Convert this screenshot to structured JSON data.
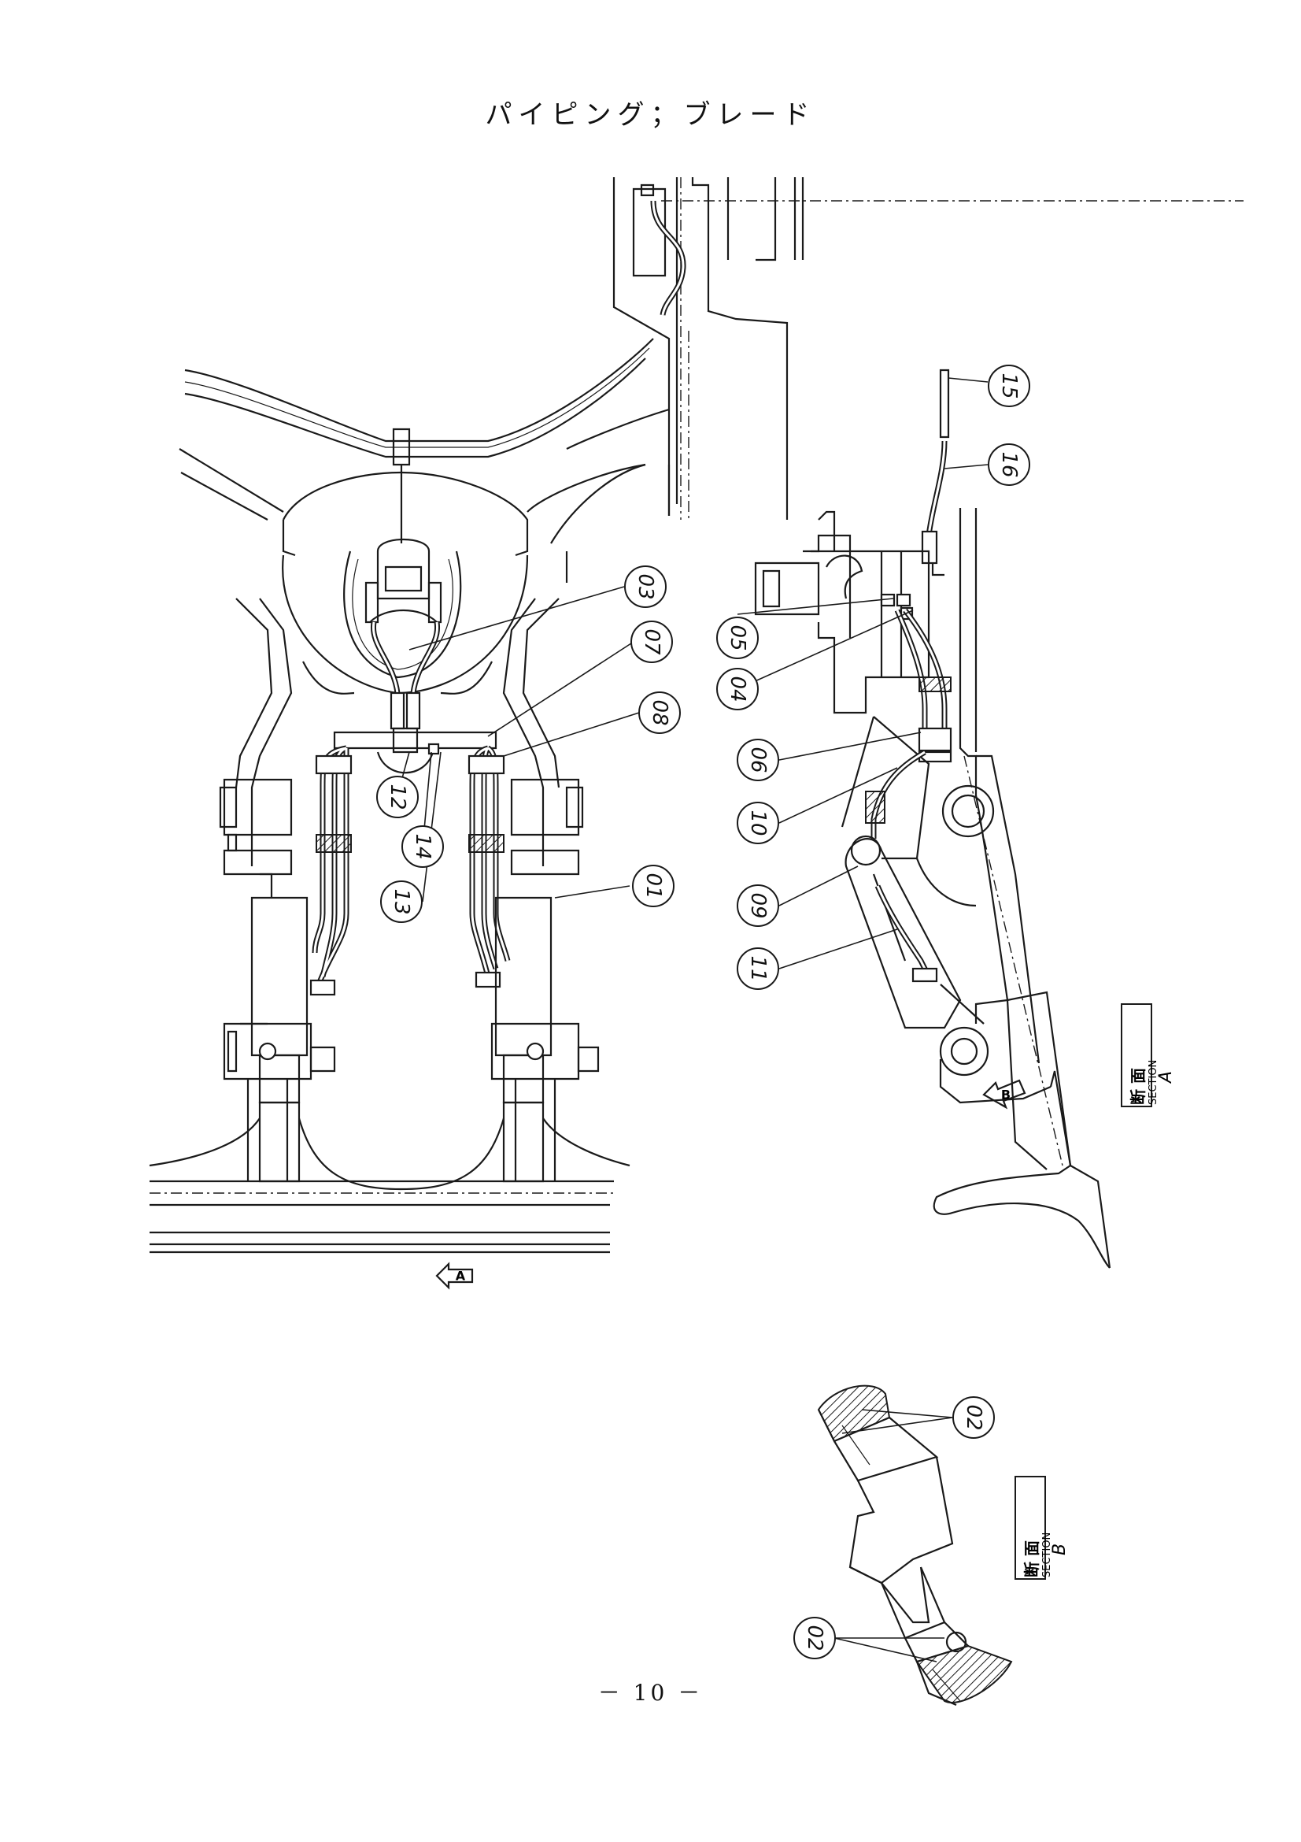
{
  "title": "パイピング；ブレード",
  "page_number": "－ 10 －",
  "callouts": {
    "c01": "01",
    "c02a": "02",
    "c02b": "02",
    "c03": "03",
    "c04": "04",
    "c05": "05",
    "c06": "06",
    "c07": "07",
    "c08": "08",
    "c09": "09",
    "c10": "10",
    "c11": "11",
    "c12": "12",
    "c13": "13",
    "c14": "14",
    "c15": "15",
    "c16": "16"
  },
  "section_a": {
    "kanji": "断 面",
    "word": "SECTION",
    "letter": "A"
  },
  "section_b": {
    "kanji": "断 面",
    "word": "SECTION",
    "letter": "B"
  },
  "view_arrows": {
    "a": "A",
    "b": "B"
  }
}
